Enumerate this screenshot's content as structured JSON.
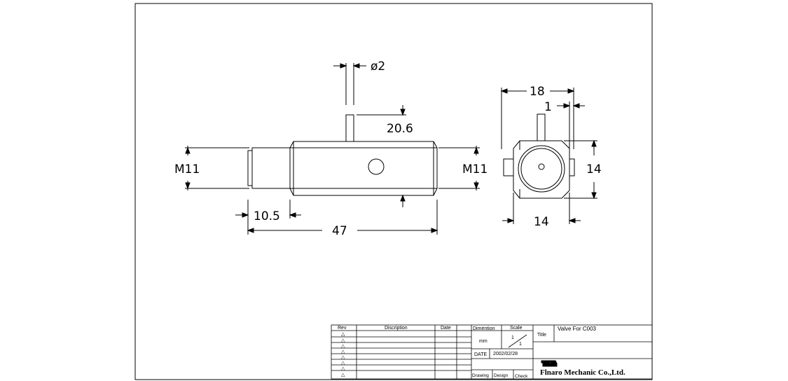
{
  "front_view": {
    "pin_diameter": "ø2",
    "height": "20.6",
    "thread_left": "M11",
    "thread_right": "M11",
    "thread_length": "10.5",
    "overall_length": "47"
  },
  "side_view": {
    "width": "18",
    "offset": "1",
    "height": "14",
    "base_width": "14"
  },
  "title_block": {
    "headers": {
      "rev": "Rev",
      "description": "Discription",
      "date": "Date",
      "dimension": "Dimention",
      "scale": "Scale",
      "title": "Title"
    },
    "rev_marks": [
      "△",
      "△",
      "△",
      "△",
      "△",
      "△",
      "△"
    ],
    "unit": "mm",
    "scale_top": "1",
    "scale_bottom": "1",
    "date_label": "DATE",
    "date_value": "2002/02/28",
    "title_value": "Valve For C003",
    "company": "Flnaro Mechanic Co.,Ltd.",
    "footer": {
      "drawing": "Drawing",
      "design": "Design",
      "check": "Check"
    }
  }
}
